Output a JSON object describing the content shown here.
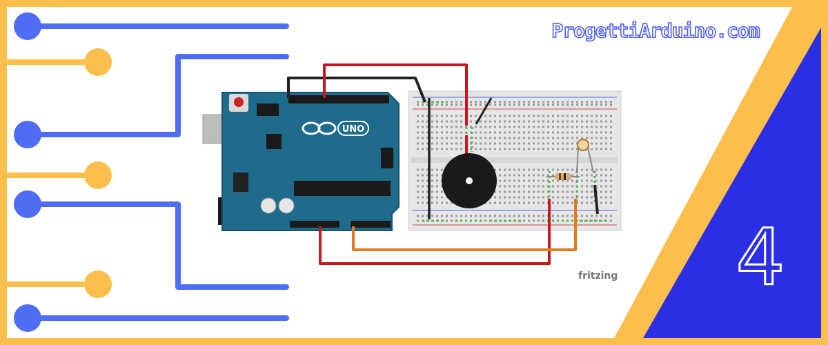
{
  "brand": {
    "text": "ProgettiArduino.com"
  },
  "episode": {
    "number": "4"
  },
  "diagram": {
    "credit": "fritzing",
    "board_label": "UNO"
  },
  "colors": {
    "frame_yellow": "#fcbf4d",
    "accent_blue": "#4f6cf5",
    "panel_blue": "#2a2fe6",
    "board_teal": "#1e6b8c",
    "wire_red": "#c8161e",
    "wire_orange": "#e07a1e",
    "wire_black": "#222222"
  }
}
